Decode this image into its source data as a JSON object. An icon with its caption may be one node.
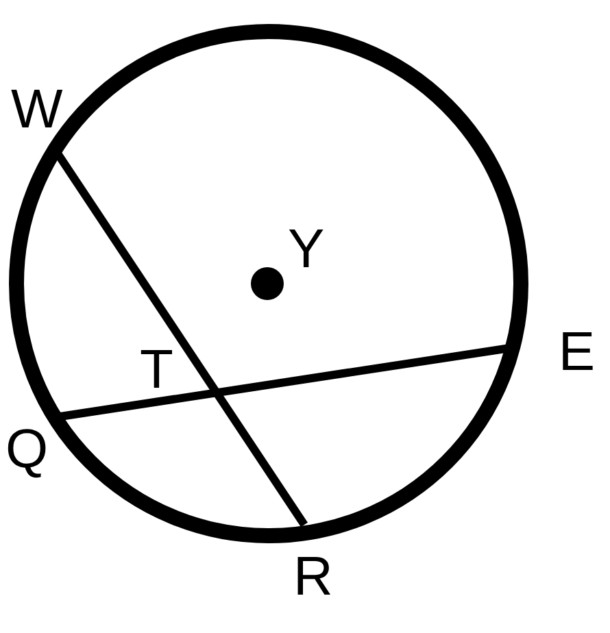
{
  "diagram": {
    "nodes": [
      {
        "text": [
          "W"
        ]
      },
      {
        "text": [
          "Q"
        ]
      },
      {
        "text": [
          "R"
        ]
      },
      {
        "text": [
          "E"
        ]
      }
    ],
    "edges": [
      {
        "from": 0,
        "to": 2,
        "arrow": "none"
      },
      {
        "from": 1,
        "to": 3,
        "arrow": "none"
      }
    ],
    "labels": [
      "Y",
      "T"
    ]
  }
}
